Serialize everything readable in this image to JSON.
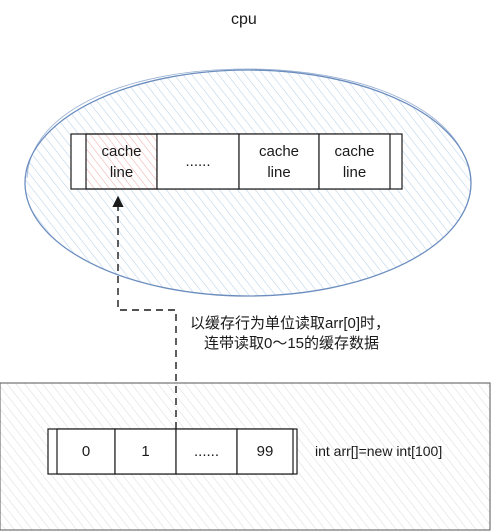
{
  "cpu_label": "cpu",
  "cache_cells": [
    {
      "line1": "cache",
      "line2": "line",
      "highlighted": true
    },
    {
      "line1": "......",
      "line2": "",
      "highlighted": false
    },
    {
      "line1": "cache",
      "line2": "line",
      "highlighted": false
    },
    {
      "line1": "cache",
      "line2": "line",
      "highlighted": false
    }
  ],
  "annotation": {
    "line1": "以缓存行为单位读取arr[0]时，",
    "line2": "连带读取0～15的缓存数据"
  },
  "array_cells": [
    "0",
    "1",
    "......",
    "99"
  ],
  "array_label": "int arr[]=new int[100]",
  "colors": {
    "ellipse_stroke": "#6c8ebf",
    "ellipse_hatch": "#b8d0ea",
    "highlight_fill": "#f7cfcf",
    "memory_hatch": "#d5d5d5",
    "line": "#1a1a1a"
  }
}
